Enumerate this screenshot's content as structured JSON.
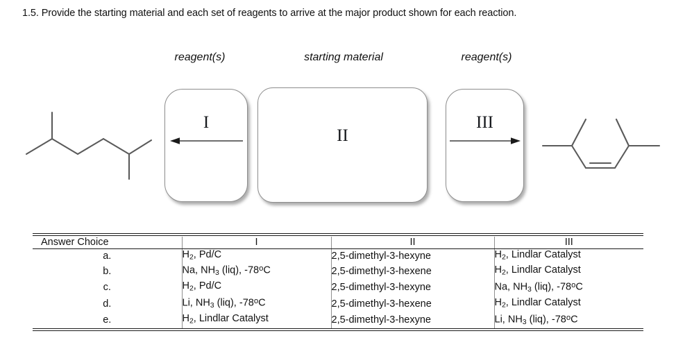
{
  "question": {
    "text": "1.5. Provide the starting material and each set of reagents to arrive at the major product shown for each reaction."
  },
  "scheme": {
    "label_reagents_left": "reagent(s)",
    "label_starting_material": "starting material",
    "label_reagents_right": "reagent(s)",
    "box_1_roman": "I",
    "box_2_roman": "II",
    "box_3_roman": "III",
    "arrow_left_direction": "left",
    "arrow_right_direction": "right",
    "reactant_structure_name": "2,5-dimethylhexane",
    "product_structure_name": "cis-2,5-dimethyl-3-hexene",
    "line_color": "#5a5a5a",
    "box_border_color": "#8d8d8d"
  },
  "table": {
    "headers": {
      "choice": "Answer Choice",
      "col_i": "I",
      "col_ii": "II",
      "col_iii": "III"
    },
    "rows": [
      {
        "letter": "a.",
        "i_html": "H<sub>2</sub>, Pd/C",
        "ii": "2,5-dimethyl-3-hexyne",
        "iii_html": "H<sub>2</sub>, Lindlar Catalyst",
        "i_text": "H2, Pd/C",
        "iii_text": "H2, Lindlar Catalyst"
      },
      {
        "letter": "b.",
        "i_html": "Na, NH<sub>3</sub> (liq), -78<span class=\"deg\">o</span>C",
        "ii": "2,5-dimethyl-3-hexene",
        "iii_html": "H<sub>2</sub>, Lindlar Catalyst",
        "i_text": "Na, NH3 (liq), -78oC",
        "iii_text": "H2, Lindlar Catalyst"
      },
      {
        "letter": "c.",
        "i_html": "H<sub>2</sub>, Pd/C",
        "ii": "2,5-dimethyl-3-hexyne",
        "iii_html": "Na, NH<sub>3</sub> (liq), -78<span class=\"deg\">o</span>C",
        "i_text": "H2, Pd/C",
        "iii_text": "Na, NH3 (liq), -78oC"
      },
      {
        "letter": "d.",
        "i_html": "Li, NH<sub>3</sub> (liq), -78<span class=\"deg\">o</span>C",
        "ii": "2,5-dimethyl-3-hexene",
        "iii_html": "H<sub>2</sub>, Lindlar Catalyst",
        "i_text": "Li, NH3 (liq), -78oC",
        "iii_text": "H2, Lindlar Catalyst"
      },
      {
        "letter": "e.",
        "i_html": "H<sub>2</sub>, Lindlar Catalyst",
        "ii": "2,5-dimethyl-3-hexyne",
        "iii_html": "Li, NH<sub>3</sub> (liq), -78<span class=\"deg\">o</span>C",
        "i_text": "H2, Lindlar Catalyst",
        "iii_text": "Li, NH3 (liq), -78oC"
      }
    ]
  }
}
